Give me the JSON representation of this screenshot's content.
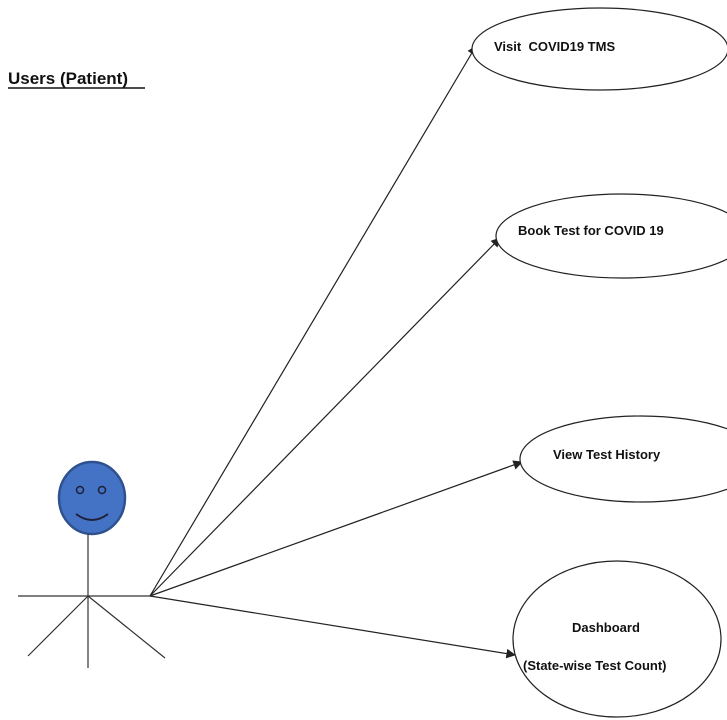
{
  "actor": {
    "title": "Users (Patient)",
    "head_color": "#4472c4",
    "head_outline": "#2f528f",
    "face_color": "#1f1f3a"
  },
  "use_cases": [
    {
      "id": "visit",
      "lines": [
        "Visit  COVID19 TMS"
      ]
    },
    {
      "id": "book",
      "lines": [
        "Book Test for COVID 19"
      ]
    },
    {
      "id": "history",
      "lines": [
        "View Test History"
      ]
    },
    {
      "id": "dashboard",
      "lines": [
        "Dashboard",
        "(State-wise Test Count)"
      ]
    }
  ]
}
